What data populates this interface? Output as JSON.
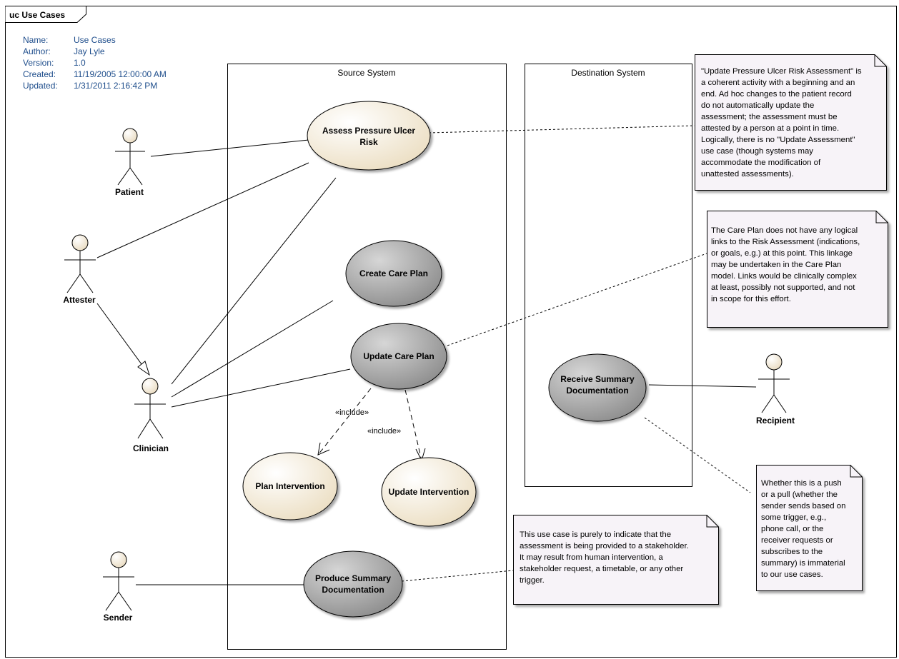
{
  "frame": {
    "label": "uc Use Cases"
  },
  "metadata": [
    {
      "key": "Name:",
      "value": "Use Cases"
    },
    {
      "key": "Author:",
      "value": "Jay Lyle"
    },
    {
      "key": "Version:",
      "value": "1.0"
    },
    {
      "key": "Created:",
      "value": "11/19/2005 12:00:00 AM"
    },
    {
      "key": "Updated:",
      "value": "1/31/2011 2:16:42 PM"
    }
  ],
  "boundaries": {
    "source": "Source System",
    "destination": "Destination System"
  },
  "use_cases": {
    "assess": [
      "Assess Pressure Ulcer",
      "Risk"
    ],
    "create_plan": [
      "Create Care Plan"
    ],
    "update_plan": [
      "Update Care Plan"
    ],
    "plan_intervention": [
      "Plan Intervention"
    ],
    "update_intervention": [
      "Update Intervention"
    ],
    "produce_summary": [
      "Produce Summary",
      "Documentation"
    ],
    "receive_summary": [
      "Receive Summary",
      "Documentation"
    ]
  },
  "actors": {
    "patient": "Patient",
    "attester": "Attester",
    "clinician": "Clinician",
    "sender": "Sender",
    "recipient": "Recipient"
  },
  "stereotypes": {
    "include1": "«include»",
    "include2": "«include»"
  },
  "notes": {
    "note1": [
      "\"Update Pressure Ulcer Risk Assessment\" is",
      "a coherent activity with a beginning and an",
      "end. Ad hoc changes to the patient record",
      "do not automatically update the",
      "assessment; the assessment must be",
      "attested by a person at a point in time.",
      "Logically, there is no \"Update Assessment\"",
      "use case (though systems may",
      "accommodate the modification of",
      "unattested assessments)."
    ],
    "note2": [
      "The Care Plan does not have any logical",
      "links to the Risk Assessment (indications,",
      "or goals, e.g.) at this point. This linkage",
      "may be undertaken in the Care Plan",
      "model. Links would be clinically complex",
      "at least, possibly not supported, and not",
      "in scope for this effort."
    ],
    "note3": [
      "This use case is purely to indicate that the",
      "assessment is being provided to a stakeholder.",
      "It may result from human intervention, a",
      "stakeholder request, a timetable, or any other",
      "trigger."
    ],
    "note4": [
      "Whether this is a push",
      "or a pull (whether the",
      "sender sends based on",
      "some trigger,  e.g.,",
      "phone call, or the",
      "receiver requests or",
      "subscribes to the",
      "summary) is immaterial",
      "to our use cases."
    ]
  },
  "colors": {
    "light_usecase": "#f3ead8",
    "dark_usecase": "#a9a9a9",
    "actor_head": "#f3e9d6",
    "note_fill": "#f7f3f8",
    "meta_text": "#1f4e8c"
  }
}
